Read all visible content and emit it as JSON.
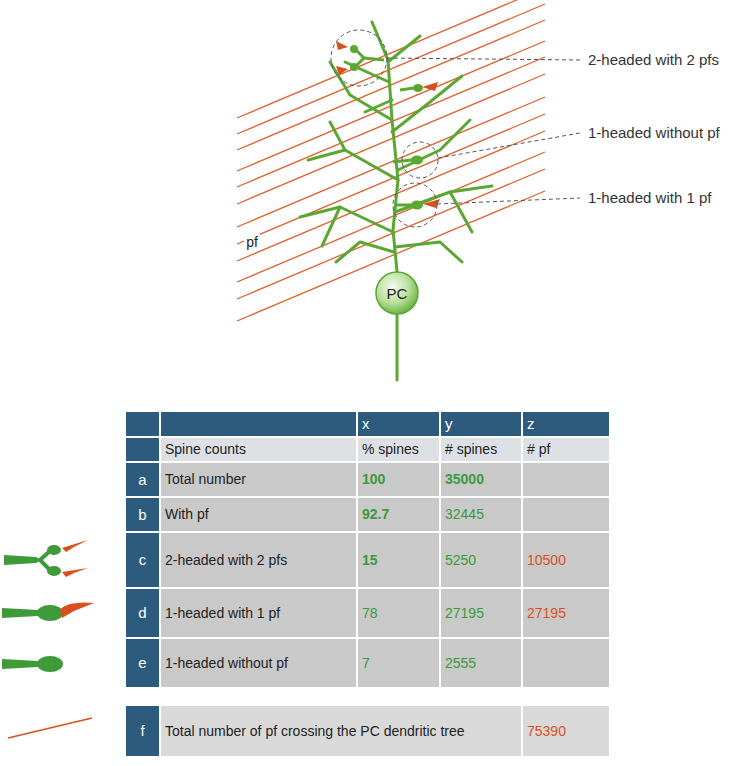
{
  "diagram": {
    "nodes": [
      {
        "text": [
          "PC"
        ]
      }
    ],
    "edges": [],
    "labels": [
      "2-headed with 2 pfs",
      "1-headed without pf",
      "1-headed with 1 pf",
      "pf",
      "x",
      "y",
      "z",
      "Spine counts",
      "% spines",
      "# spines",
      "# pf",
      "a",
      "Total number",
      "100",
      "35000",
      "b",
      "With pf",
      "92.7",
      "32445",
      "c",
      "2-headed with 2 pfs",
      "15",
      "5250",
      "10500",
      "d",
      "1-headed with 1 pf",
      "78",
      "27195",
      "27195",
      "e",
      "1-headed without pf",
      "7",
      "2555",
      "f",
      "Total number of pf crossing the PC dendritic tree",
      "75390"
    ]
  }
}
